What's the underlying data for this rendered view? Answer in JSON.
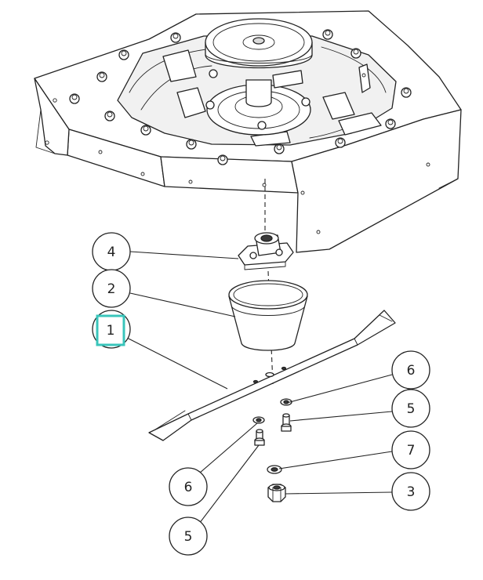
{
  "colors": {
    "line": "#222222",
    "background": "#ffffff",
    "highlight": "#39c5bb"
  },
  "callouts": [
    {
      "id": "c4",
      "label": "4",
      "part": "blade-adapter"
    },
    {
      "id": "c2",
      "label": "2",
      "part": "cup-spacer"
    },
    {
      "id": "c1",
      "label": "1",
      "part": "blade",
      "highlighted": true
    },
    {
      "id": "c6a",
      "label": "6",
      "part": "washer-right"
    },
    {
      "id": "c5a",
      "label": "5",
      "part": "bolt-right"
    },
    {
      "id": "c7",
      "label": "7",
      "part": "lock-washer"
    },
    {
      "id": "c3",
      "label": "3",
      "part": "nut"
    },
    {
      "id": "c6b",
      "label": "6",
      "part": "washer-left"
    },
    {
      "id": "c5b",
      "label": "5",
      "part": "bolt-left"
    }
  ]
}
